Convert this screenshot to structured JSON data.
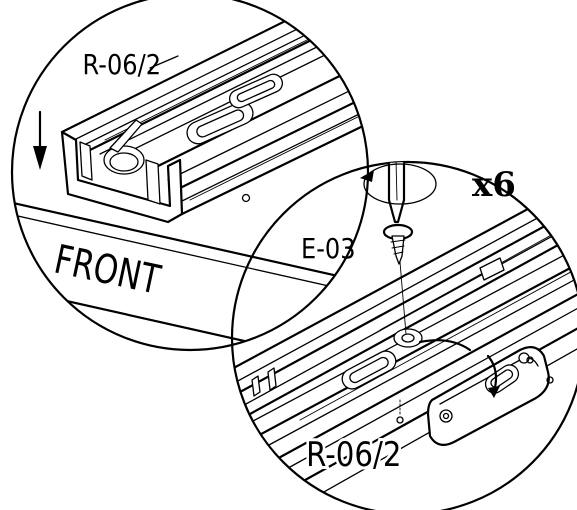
{
  "labels": {
    "rail_part_top": "R-06/2",
    "rail_part_bottom": "R-06/2",
    "screw_part": "E-03",
    "quantity": "x6",
    "panel_side": "FRONT"
  },
  "colors": {
    "line": "#000000",
    "background": "#ffffff"
  },
  "icons": {
    "insert_direction": "arrow-down-icon",
    "screwdriver": "screwdriver-icon",
    "rotation": "rotation-arrow-icon",
    "screw": "screw-icon"
  }
}
